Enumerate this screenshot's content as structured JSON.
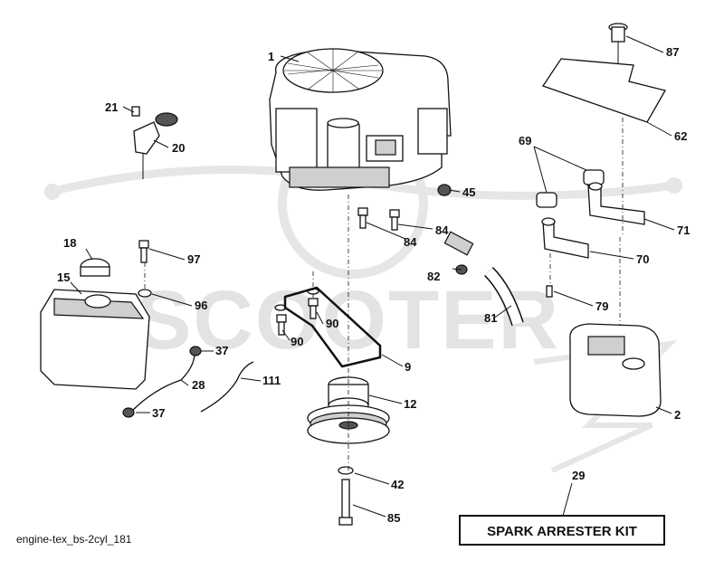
{
  "diagram_title": "engine-tex_bs-2cyl_181",
  "watermark": "SCOOTER",
  "kit_label": "SPARK ARRESTER KIT",
  "callouts": [
    "1",
    "2",
    "9",
    "12",
    "15",
    "18",
    "20",
    "21",
    "28",
    "29",
    "37",
    "37",
    "42",
    "45",
    "62",
    "69",
    "70",
    "71",
    "79",
    "81",
    "82",
    "84",
    "84",
    "85",
    "87",
    "90",
    "90",
    "96",
    "97",
    "111"
  ],
  "colors": {
    "line": "#111111",
    "watermark": "#e3e3e3",
    "part_fill": "#ffffff",
    "shade": "#cfcfcf"
  }
}
